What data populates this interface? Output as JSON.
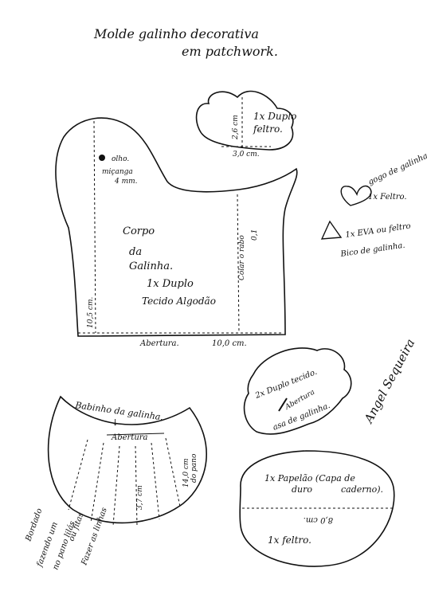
{
  "title_line1": "Molde galinho decorativa",
  "title_line2": "em patchwork.",
  "wing_small": {
    "label_line1": "1x Duplo",
    "label_line2": "feltro.",
    "height": "2,6 cm",
    "width": "3,0 cm."
  },
  "body": {
    "eye_line1": "olho.",
    "eye_line2": "miçanga",
    "eye_line3": "4 mm.",
    "label_line1": "Corpo",
    "label_line2": "da",
    "label_line3": "Galinha.",
    "label_line4": "1x Duplo",
    "label_line5": "Tecido Algodão",
    "height": "10,5 cm.",
    "opening": "Abertura.",
    "width": "10,0 cm.",
    "tail_marks": "0,1",
    "tail_label": "Colar o rabo"
  },
  "legend": {
    "heart": "gogo de galinha.",
    "heart_count": "1x Feltro.",
    "beak": "1x EVA ou feltro",
    "beak_label": "Bico de galinha."
  },
  "author": "Angel Sequeira",
  "big_wing": {
    "line1": "2x Duplo tecido.",
    "line2": "Abertura",
    "line3": "asa de galinha."
  },
  "base": {
    "line1": "1x Papelão (Capa de",
    "line2": "duro",
    "line3": "caderno).",
    "measure": "8,0 cm.",
    "line4": "1x feltro."
  },
  "skirt": {
    "title": "Babinho da galinha.",
    "opening": "Abertura",
    "measure_left": "3,7 cm",
    "measure_right_a": "14,0 cm",
    "measure_right_b": "do pano",
    "note_a": "Bordado",
    "note_b": "fazendo um",
    "note_c": "no pano lilás",
    "note_d": "ou fitas",
    "note_e": "Fazer as linhas"
  }
}
